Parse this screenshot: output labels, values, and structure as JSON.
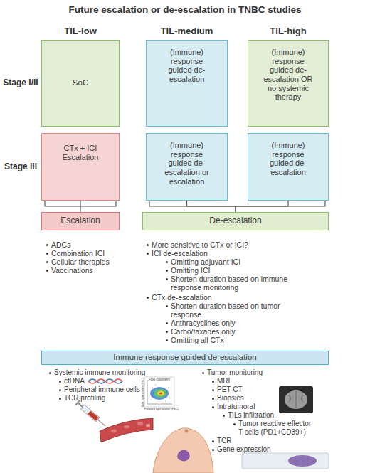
{
  "diagram": {
    "title": "Future escalation or de-escalation in TNBC studies",
    "nodes": [
      {
        "text": [
          "SoC"
        ]
      },
      {
        "text": [
          "(Immune) response guided de-escalation"
        ]
      },
      {
        "text": [
          "(Immune) response guided de-escalation OR no systemic therapy"
        ]
      },
      {
        "text": [
          "CTx + ICI Escalation"
        ]
      },
      {
        "text": [
          "(Immune) response guided de-escalation or escalation"
        ]
      },
      {
        "text": [
          "(Immune) response guided de-escalation"
        ]
      },
      {
        "text": [
          "Escalation"
        ]
      },
      {
        "text": [
          "De-escalation"
        ]
      },
      {
        "text": [
          "Immune response guided de-escalation"
        ]
      }
    ],
    "edges": [
      {
        "from": 3,
        "to": 6,
        "arrow": "none"
      },
      {
        "from": 4,
        "to": 7,
        "arrow": "none"
      },
      {
        "from": 5,
        "to": 7,
        "arrow": "none"
      }
    ],
    "labels": [
      "TIL-low",
      "TIL-medium",
      "TIL-high",
      "Stage I/II",
      "Stage III",
      "ADCs",
      "Combination ICI",
      "Cellular therapies",
      "Vaccinations",
      "More sensitive to CTx or ICI?",
      "ICI de-escalation",
      "Omitting adjuvant ICI",
      "Omitting ICI",
      "Shorten duration based on immune response monitoring",
      "CTx de-escalation",
      "Shorten duration based on tumor response",
      "Anthracyclines only",
      "Carbo/taxanes only",
      "Omitting all CTx",
      "Systemic immune monitoring",
      "ctDNA",
      "Peripheral immune cells",
      "TCR profiling",
      "Tumor monitoring",
      "MRI",
      "PET-CT",
      "Biopsies",
      "Intratumoral",
      "TILs infiltration",
      "Tumor reactive effector T cells (PD1+CD39+)",
      "TCR",
      "Gene expression",
      "Flow cytometry",
      "Side light scatter (SSC)",
      "Forward light scatter (FSC)"
    ]
  }
}
